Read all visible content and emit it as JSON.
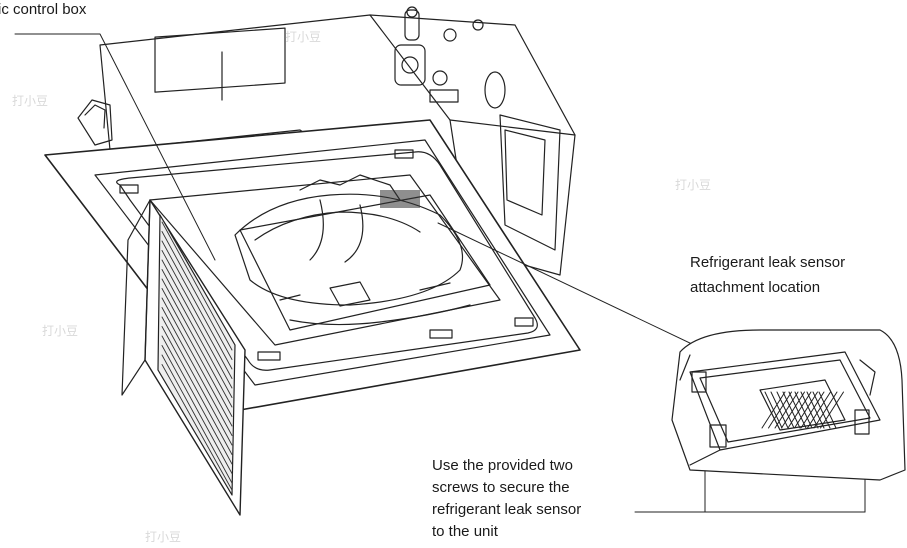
{
  "labels": {
    "control_box": "ic control box",
    "sensor_location": {
      "line1": "Refrigerant leak sensor",
      "line2": "attachment location"
    },
    "screws_note": {
      "line1": "Use the provided two",
      "line2": "screws to secure the",
      "line3": "refrigerant leak sensor",
      "line4": "to the unit"
    }
  },
  "watermark": "打小豆"
}
